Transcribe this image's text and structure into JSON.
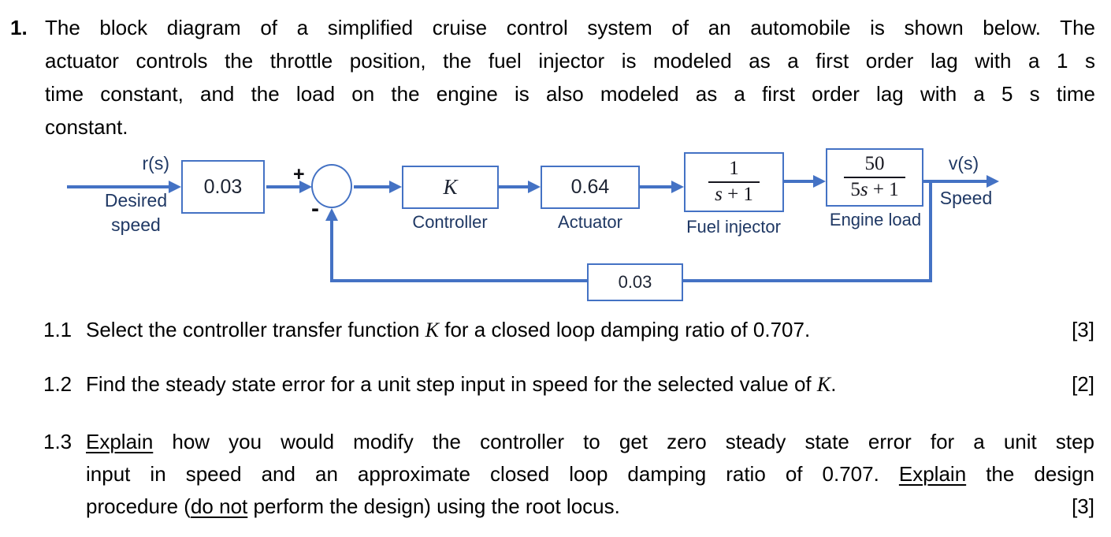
{
  "problem": {
    "number": "1.",
    "lines": [
      "The block diagram of a simplified cruise control system of an automobile is shown below. The",
      "actuator controls the throttle position, the fuel injector is modeled as a first order lag with a 1 s",
      "time constant, and the load on the engine is also modeled as a first order lag with a 5 s time",
      "constant."
    ]
  },
  "diagram": {
    "input": {
      "signal": "r(s)",
      "label_line1": "Desired",
      "label_line2": "speed"
    },
    "summing": {
      "plus": "+",
      "minus": "-"
    },
    "blocks": {
      "input_gain": {
        "value": "0.03"
      },
      "controller": {
        "value": "K",
        "label": "Controller"
      },
      "actuator": {
        "value": "0.64",
        "label": "Actuator"
      },
      "fuel_injector": {
        "numerator": "1",
        "den_var": "s",
        "den_rest": " + 1",
        "label": "Fuel injector"
      },
      "engine_load": {
        "numerator": "50",
        "den_pre": "5",
        "den_var": "s",
        "den_rest": " + 1",
        "label": "Engine load"
      },
      "feedback_gain": {
        "value": "0.03"
      }
    },
    "output": {
      "signal": "v(s)",
      "label": "Speed"
    },
    "colors": {
      "line": "#4472C4",
      "label_text": "#1F3864",
      "block_text": "#1d2433"
    }
  },
  "questions": {
    "q11": {
      "number": "1.1",
      "pre": "Select the controller transfer function ",
      "k": "K",
      "post": " for a closed loop damping ratio of 0.707.",
      "marks": "[3]"
    },
    "q12": {
      "number": "1.2",
      "pre": "Find the steady state error for a unit step input in speed for the selected value of ",
      "k": "K",
      "post": ".",
      "marks": "[2]"
    },
    "q13": {
      "number": "1.3",
      "line1": {
        "u": "Explain",
        "rest": " how you would modify the controller to get zero steady state error for a unit step"
      },
      "line2": {
        "pre": "input in speed and an approximate closed loop damping ratio of 0.707. ",
        "u": "Explain",
        "post": " the design"
      },
      "line3": {
        "pre": "procedure (",
        "u": "do not",
        "post": " perform the design) using the root locus."
      },
      "marks": "[3]"
    }
  }
}
